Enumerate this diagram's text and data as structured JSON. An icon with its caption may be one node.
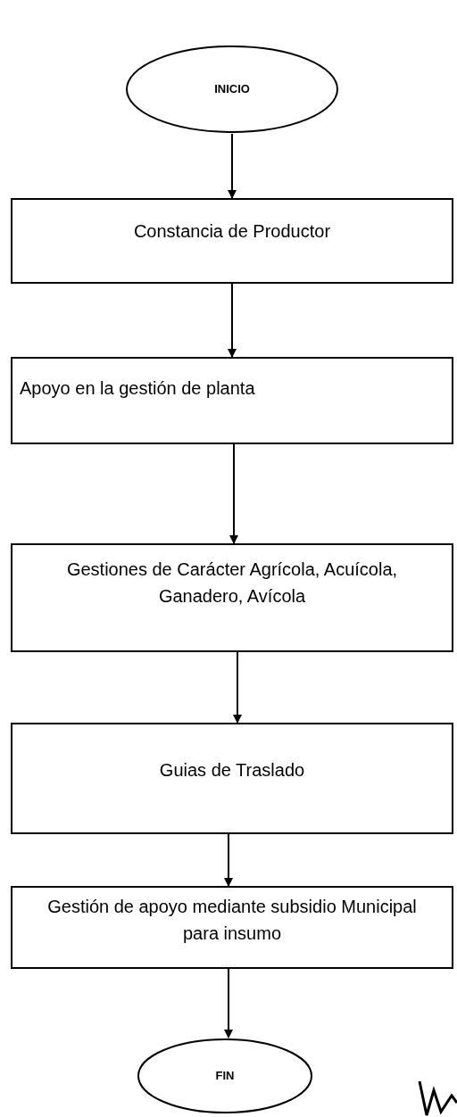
{
  "diagram": {
    "nodes": [
      {
        "text": [
          "INICIO"
        ]
      },
      {
        "text": [
          "Constancia de Productor"
        ]
      },
      {
        "text": [
          "Apoyo en la gestión de planta"
        ]
      },
      {
        "text": [
          "Gestiones de Carácter Agrícola, Acuícola, Ganadero, Avícola"
        ]
      },
      {
        "text": [
          "Guias de Traslado"
        ]
      },
      {
        "text": [
          "Gestión de apoyo mediante subsidio Municipal para insumo"
        ]
      },
      {
        "text": [
          "FIN"
        ]
      }
    ],
    "edges": [
      {
        "from": 0,
        "to": 1,
        "arrow": "to"
      },
      {
        "from": 1,
        "to": 2,
        "arrow": "to"
      },
      {
        "from": 2,
        "to": 3,
        "arrow": "to"
      },
      {
        "from": 3,
        "to": 4,
        "arrow": "to"
      },
      {
        "from": 4,
        "to": 5,
        "arrow": "to"
      },
      {
        "from": 5,
        "to": 6,
        "arrow": "to"
      }
    ]
  }
}
